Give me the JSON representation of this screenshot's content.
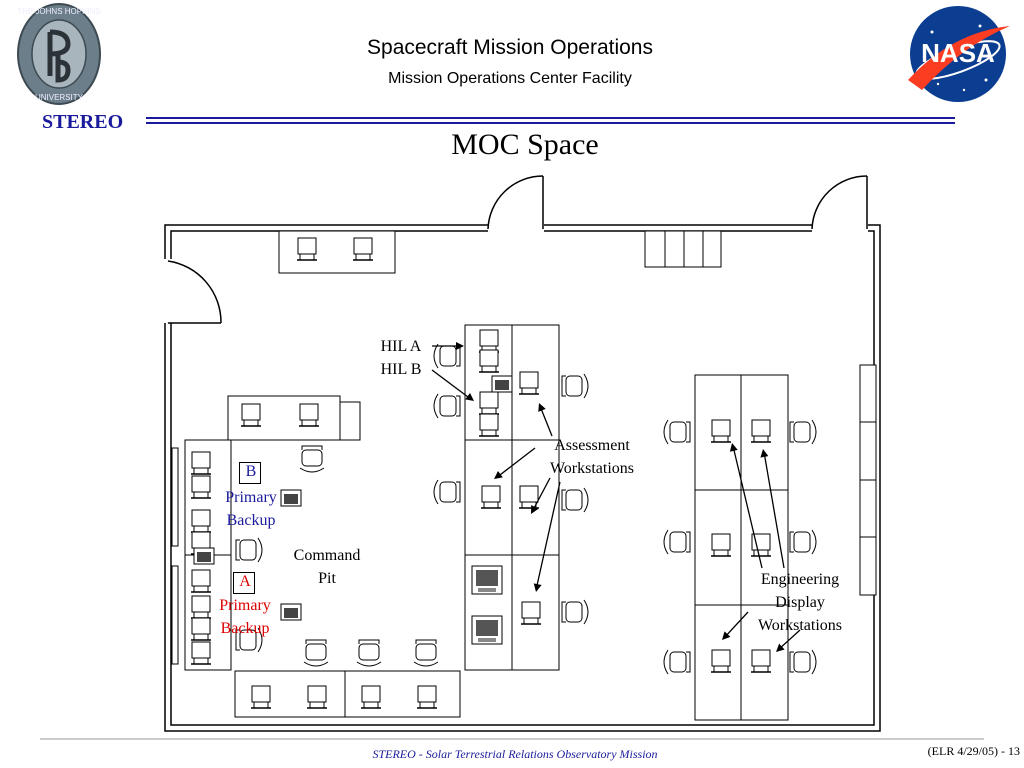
{
  "header": {
    "title": "Spacecraft Mission Operations",
    "subtitle": "Mission Operations Center Facility",
    "program": "STEREO"
  },
  "slide": {
    "title": "MOC Space"
  },
  "logos": {
    "left_seal_text": "THE JOHNS HOPKINS UNIVERSITY",
    "right_logo_text": "NASA"
  },
  "labels": {
    "hil_a": "HIL A",
    "hil_b": "HIL B",
    "assessment_1": "Assessment",
    "assessment_2": "Workstations",
    "command_1": "Command",
    "command_2": "Pit",
    "eng_1": "Engineering",
    "eng_2": "Display",
    "eng_3": "Workstations",
    "b_letter": "B",
    "b_primary": "Primary",
    "b_backup": "Backup",
    "a_letter": "A",
    "a_primary": "Primary",
    "a_backup": "Backup"
  },
  "footer": {
    "mission": "STEREO - Solar Terrestrial Relations Observatory Mission",
    "page": "(ELR 4/29/05) - 13"
  },
  "colors": {
    "blue": "#1a1a9c",
    "red": "#dd0000",
    "nasa_blue": "#0b3d91",
    "nasa_red": "#fc3d21",
    "seal": "#6b7e8a"
  }
}
